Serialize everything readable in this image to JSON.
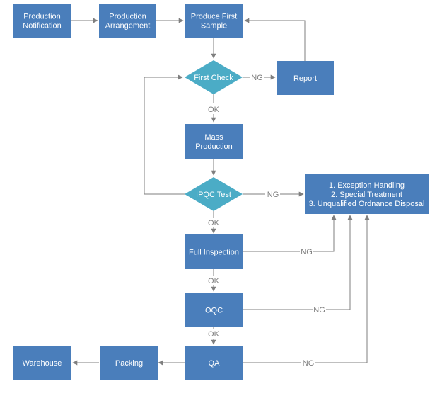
{
  "nodes": {
    "production_notification": [
      "Production",
      "Notification"
    ],
    "production_arrangement": [
      "Production",
      "Arrangement"
    ],
    "produce_first_sample": [
      "Produce First",
      "Sample"
    ],
    "report": [
      "Report"
    ],
    "first_check": [
      "First Check"
    ],
    "mass_production": [
      "Mass",
      "Production"
    ],
    "ipqc_test": [
      "IPQC Test"
    ],
    "exception_box": [
      "1. Exception Handling",
      "2. Special Treatment",
      "3. Unqualified Ordnance Disposal"
    ],
    "full_inspection": [
      "Full Inspection"
    ],
    "oqc": [
      "OQC"
    ],
    "qa": [
      "QA"
    ],
    "packing": [
      "Packing"
    ],
    "warehouse": [
      "Warehouse"
    ]
  },
  "edge_labels": {
    "first_check_ng": "NG",
    "first_check_ok": "OK",
    "ipqc_ng": "NG",
    "ipqc_ok": "OK",
    "full_inspection_ng": "NG",
    "full_inspection_ok": "OK",
    "oqc_ng": "NG",
    "oqc_ok": "OK",
    "qa_ng": "NG"
  },
  "colors": {
    "box": "#4a7ebb",
    "decision": "#4bacc6",
    "connector": "#7f7f7f",
    "box_text": "#ffffff"
  }
}
